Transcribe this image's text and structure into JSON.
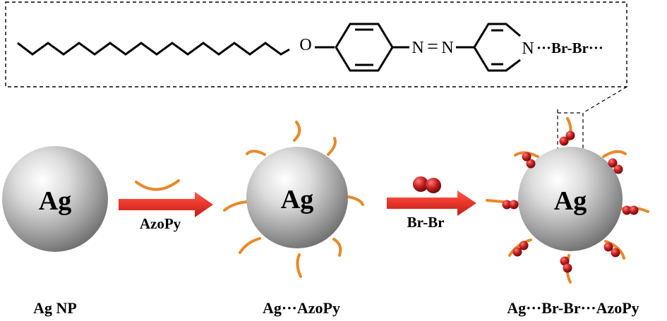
{
  "structure": {
    "oxygen": "O",
    "azo_n1": "N",
    "azo_eq": "=",
    "azo_n2": "N",
    "pyridine_n": "N",
    "halogen_bond_label": "···Br-Br···"
  },
  "particles": [
    {
      "core_label": "Ag",
      "caption": "Ag NP"
    },
    {
      "core_label": "Ag",
      "caption": "Ag···AzoPy"
    },
    {
      "core_label": "Ag",
      "caption": "Ag···Br-Br···AzoPy"
    }
  ],
  "steps": [
    {
      "reagent_label": "AzoPy"
    },
    {
      "reagent_label": "Br-Br"
    }
  ],
  "colors": {
    "arrow": "#e8352a",
    "ligand_tail": "#e8892b",
    "bromine": "#c41e1e",
    "sphere_highlight": "#ffffff",
    "sphere_mid": "#c4c4c4",
    "sphere_shadow": "#6e6e6e",
    "ink": "#000000"
  }
}
